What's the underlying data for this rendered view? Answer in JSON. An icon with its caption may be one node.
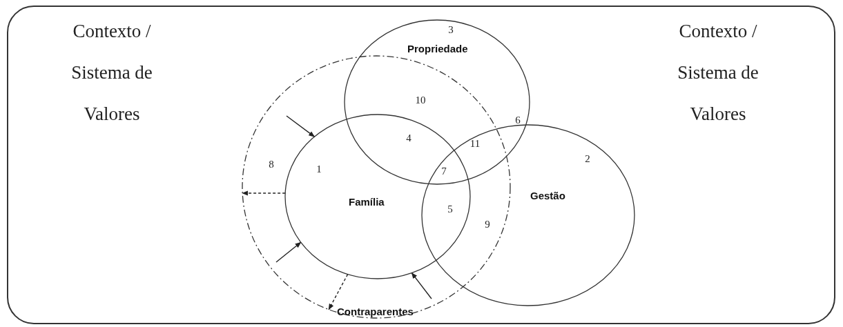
{
  "diagram": {
    "nodes": [
      {
        "text": [
          "Contexto / Sistema de Valores",
          "Contexto / Sistema de Valores"
        ]
      },
      {
        "text": [
          "Propriedade"
        ],
        "in": 0
      },
      {
        "text": [
          "Família"
        ],
        "in": 4
      },
      {
        "text": [
          "Gestão"
        ],
        "in": 0
      },
      {
        "text": [
          "Contraparentes"
        ],
        "in": 0
      }
    ],
    "edges": [
      {
        "from": 4,
        "to": 2,
        "arrow": "to"
      },
      {
        "from": 2,
        "to": 4,
        "arrow": "to",
        "style": "dashed"
      },
      {
        "from": 4,
        "to": 2,
        "arrow": "to"
      },
      {
        "from": 2,
        "to": 4,
        "arrow": "to",
        "style": "dashed"
      },
      {
        "from": 4,
        "to": 2,
        "arrow": "to"
      }
    ],
    "labels": [
      "3",
      "10",
      "4",
      "11",
      "6",
      "8",
      "1",
      "7",
      "2",
      "5",
      "9"
    ]
  }
}
